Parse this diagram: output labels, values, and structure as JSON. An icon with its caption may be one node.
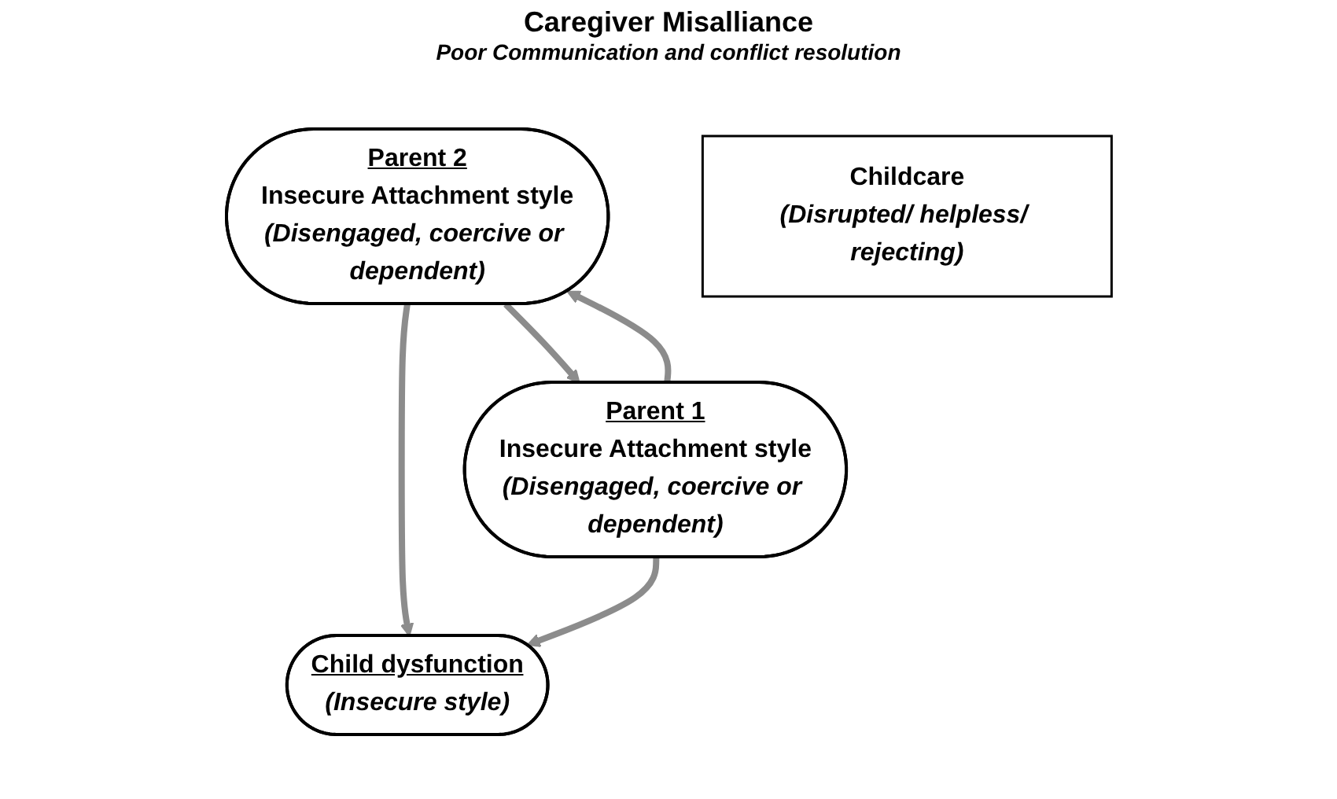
{
  "diagram": {
    "nodes": [
      {
        "text": [
          "Parent 2",
          "Insecure Attachment style",
          "(Disengaged, coercive or dependent)"
        ]
      },
      {
        "text": [
          "Parent 1",
          "Insecure Attachment style",
          "(Disengaged, coercive or dependent)"
        ]
      },
      {
        "text": [
          "Childcare",
          "(Disrupted/ helpless/ rejecting)"
        ]
      },
      {
        "text": [
          "Child dysfunction",
          "(Insecure style)"
        ]
      }
    ],
    "edges": [
      {
        "from": 1,
        "to": 0,
        "arrow": "to"
      },
      {
        "from": 0,
        "to": 1,
        "arrow": "to"
      },
      {
        "from": 0,
        "to": 3,
        "arrow": "to"
      },
      {
        "from": 1,
        "to": 3,
        "arrow": "to"
      }
    ],
    "labels": [
      "Caregiver Misalliance",
      "Poor Communication and conflict resolution"
    ]
  }
}
